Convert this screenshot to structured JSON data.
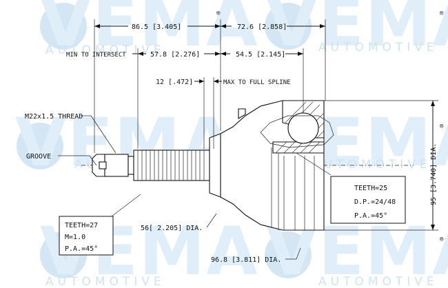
{
  "watermark": {
    "brand": "VEMA",
    "sub": "AUTOMOTIVE",
    "registered": "®"
  },
  "dimensions": {
    "overall_left": "86.5 [3.405]",
    "overall_right": "72.6 [2.858]",
    "min_to_intersect_label": "MIN TO INTERSECT",
    "min_to_intersect_value": "57.8 [2.276]",
    "right_inner": "54.5 [2.145]",
    "spline_value": "12 [.472]",
    "max_to_full_spline": "MAX TO FULL SPLINE",
    "thread": "M22x1.5 THREAD",
    "groove": "GROOVE",
    "shaft_dia": "56[ 2.205] DIA.",
    "bottom_dia": "96.8 [3.811] DIA.",
    "right_dia": "95 [3.740] DIA."
  },
  "callouts": {
    "inner": [
      "TEETH=25",
      "D.P.=24/48",
      "P.A.=45°"
    ],
    "outer": [
      "TEETH=27",
      "M=1.0",
      "P.A.=45°"
    ]
  }
}
